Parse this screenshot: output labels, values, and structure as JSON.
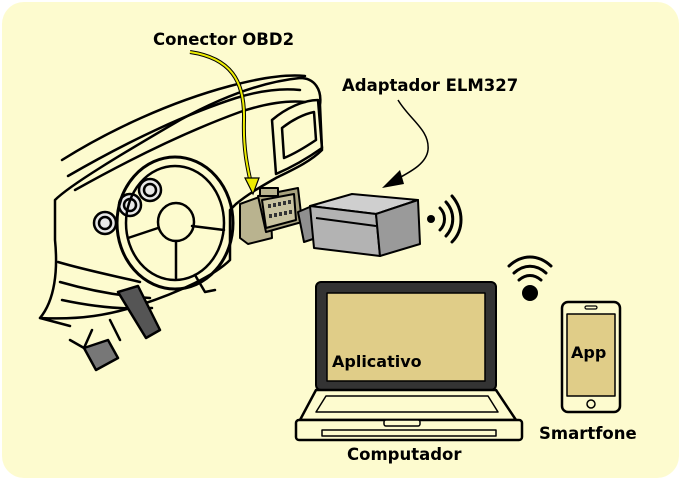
{
  "labels": {
    "connector": "Conector OBD2",
    "adapter": "Adaptador ELM327",
    "pc_app": "Aplicativo",
    "phone_app": "App",
    "smartphone": "Smartfone",
    "computer": "Computador"
  },
  "colors": {
    "background": "#fdfbcf",
    "screen": "#e0cd88",
    "adapter_body": "#b3b3b3",
    "connector_body": "#b9b38f",
    "leader_line": "#eded00",
    "outline": "#000000"
  },
  "icons": [
    "wifi-signal-icon",
    "dashboard-illustration",
    "laptop-illustration",
    "smartphone-illustration"
  ]
}
